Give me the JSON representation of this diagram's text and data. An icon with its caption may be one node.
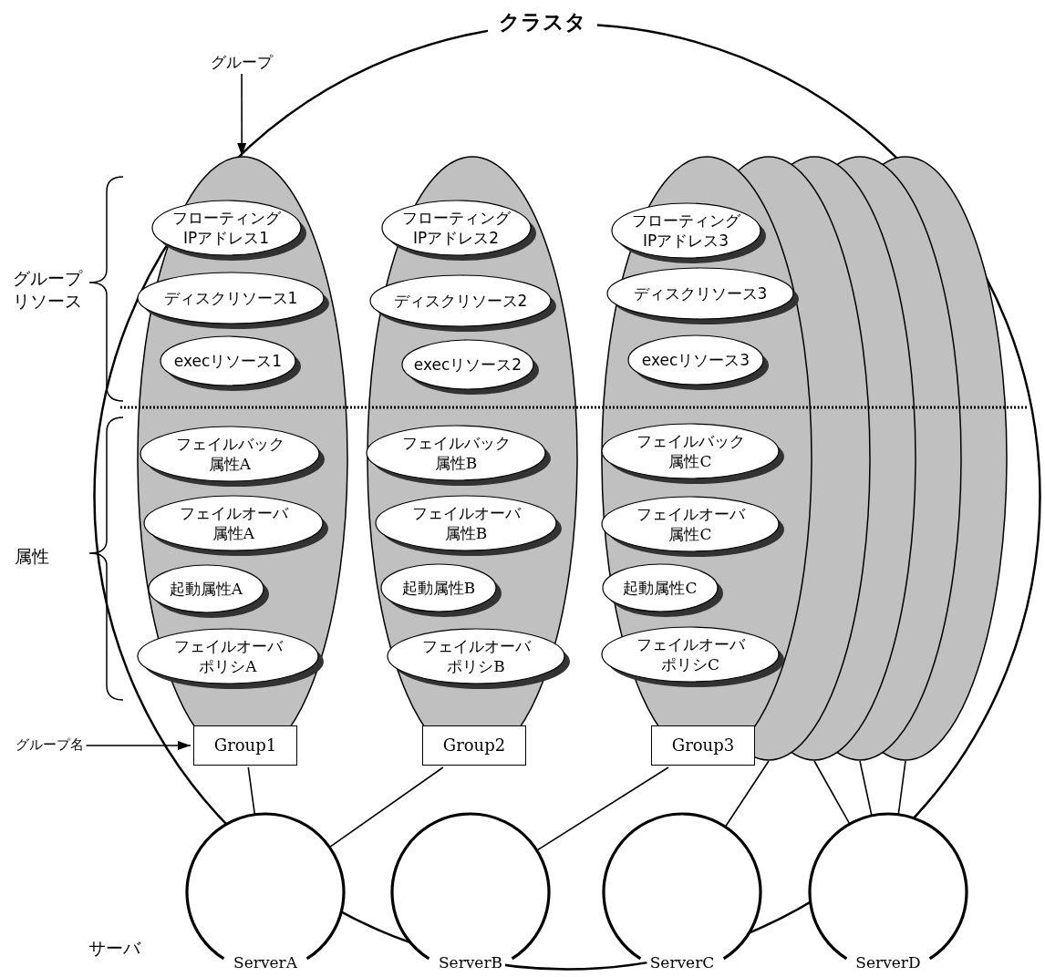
{
  "diagram": {
    "nodes": [
      {
        "text": [
          "クラスタ"
        ]
      },
      {
        "text": [
          "グループ"
        ]
      },
      {
        "text": [],
        "shape": "ellipse",
        "in": 0
      },
      {
        "text": [
          "フローティング IPアドレス1"
        ],
        "in": 2
      },
      {
        "text": [
          "ディスクリソース1"
        ],
        "in": 2
      },
      {
        "text": [
          "execリソース1"
        ],
        "in": 2
      },
      {
        "text": [
          "フェイルバック属性A"
        ],
        "in": 2
      },
      {
        "text": [
          "フェイルオーバ属性A"
        ],
        "in": 2
      },
      {
        "text": [
          "起動属性A"
        ],
        "in": 2
      },
      {
        "text": [
          "フェイルオーバポリシA"
        ],
        "in": 2
      },
      {
        "text": [],
        "shape": "ellipse",
        "in": 0
      },
      {
        "text": [
          "フローティング IPアドレス2"
        ],
        "in": 10
      },
      {
        "text": [
          "ディスクリソース2"
        ],
        "in": 10
      },
      {
        "text": [
          "execリソース2"
        ],
        "in": 10
      },
      {
        "text": [
          "フェイルバック属性B"
        ],
        "in": 10
      },
      {
        "text": [
          "フェイルオーバ属性B"
        ],
        "in": 10
      },
      {
        "text": [
          "起動属性B"
        ],
        "in": 10
      },
      {
        "text": [
          "フェイルオーバポリシB"
        ],
        "in": 10
      },
      {
        "text": [],
        "shape": "ellipse",
        "in": 0
      },
      {
        "text": [
          "フローティング IPアドレス3"
        ],
        "in": 18
      },
      {
        "text": [
          "ディスクリソース3"
        ],
        "in": 18
      },
      {
        "text": [
          "execリソース3"
        ],
        "in": 18
      },
      {
        "text": [
          "フェイルバック属性C"
        ],
        "in": 18
      },
      {
        "text": [
          "フェイルオーバ属性C"
        ],
        "in": 18
      },
      {
        "text": [
          "起動属性C"
        ],
        "in": 18
      },
      {
        "text": [
          "フェイルオーバポリシC"
        ],
        "in": 18
      },
      {
        "text": [],
        "shape": "ellipse",
        "in": 0
      },
      {
        "text": [],
        "shape": "ellipse",
        "in": 0
      },
      {
        "text": [],
        "shape": "ellipse",
        "in": 0
      },
      {
        "text": [],
        "shape": "ellipse",
        "in": 0
      },
      {
        "text": [
          "グループ名"
        ]
      },
      {
        "text": [
          "Group1"
        ],
        "in": 0
      },
      {
        "text": [
          "Group2"
        ],
        "in": 0
      },
      {
        "text": [
          "Group3"
        ],
        "in": 0
      },
      {
        "text": [
          "ServerA"
        ]
      },
      {
        "text": [
          "ServerB"
        ],
        "in": 0
      },
      {
        "text": [
          "ServerC"
        ],
        "in": 0
      },
      {
        "text": [
          "ServerD"
        ]
      }
    ],
    "edges": [
      {
        "from": 1,
        "to": 2,
        "arrow": "to"
      },
      {
        "from": 30,
        "to": 31,
        "arrow": "to"
      },
      {
        "from": 31,
        "to": 34,
        "arrow": "none"
      },
      {
        "from": 32,
        "to": 34,
        "arrow": "none"
      },
      {
        "from": 33,
        "to": 35,
        "arrow": "none"
      },
      {
        "from": 26,
        "to": 36,
        "arrow": "none"
      },
      {
        "from": 27,
        "to": 37,
        "arrow": "none"
      },
      {
        "from": 28,
        "to": 37,
        "arrow": "none"
      },
      {
        "from": 29,
        "to": 37,
        "arrow": "none"
      }
    ],
    "labels": [
      "グループリソース",
      "属性",
      "サーバ"
    ]
  }
}
